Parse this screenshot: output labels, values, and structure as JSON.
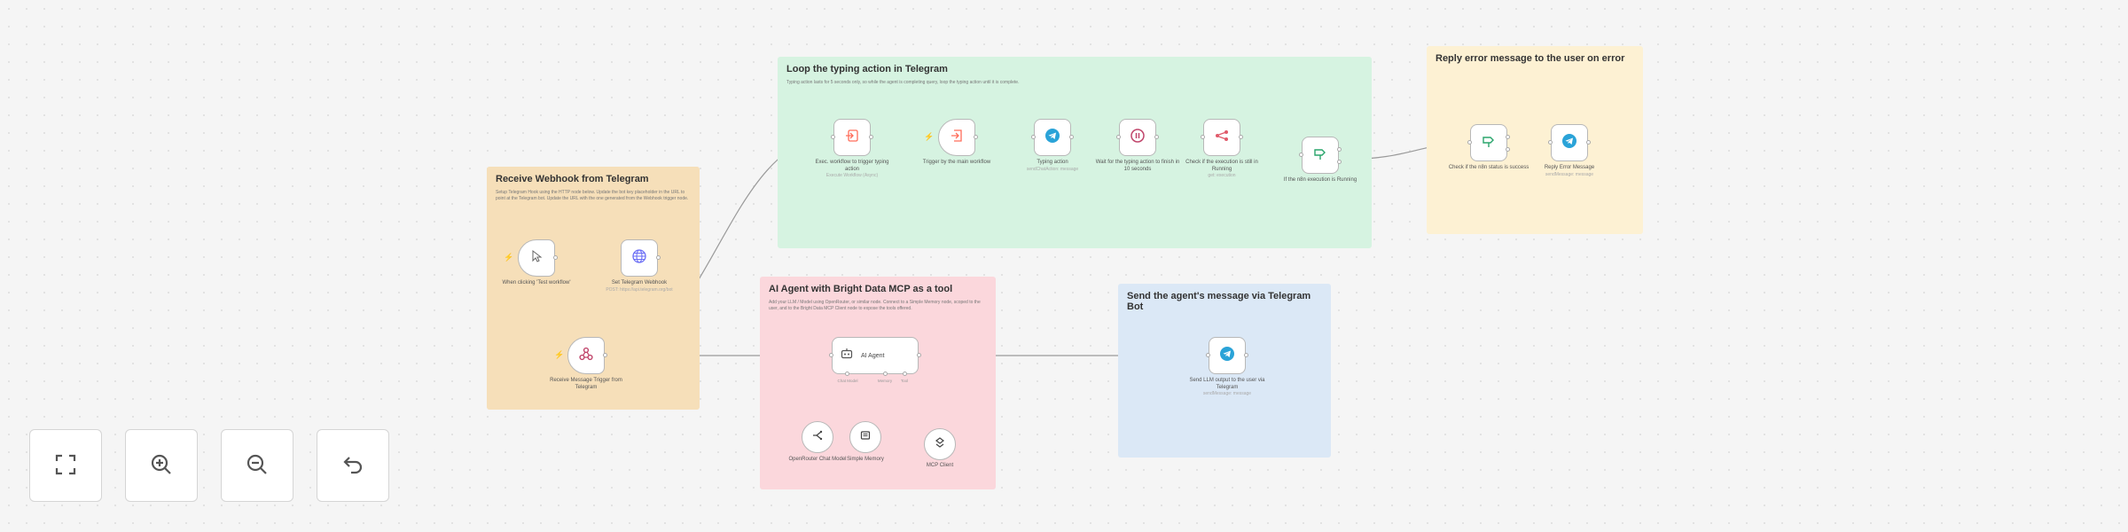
{
  "sticky_notes": {
    "webhook": {
      "title": "Receive Webhook from Telegram",
      "body": "Setup Telegram Hook using the HTTP node below. Update the bot key placeholder in the URL to point at the Telegram bot. Update the URL with the one generated from the Webhook trigger node.",
      "color": "#f6dfb9"
    },
    "ai_agent": {
      "title": "AI Agent with Bright Data MCP as a tool",
      "body": "Add your LLM / Model using OpenRouter, or similar node. Connect to a Simple Memory node, scoped to the user, and to the Bright Data MCP Client node to expose the tools offered.",
      "color": "#fbd7dc"
    },
    "typing": {
      "title": "Loop the typing action in Telegram",
      "body": "Typing action lasts for 5 seconds only, so while the agent is completing query, loop the typing action until it is complete.",
      "color": "#d6f3e1"
    },
    "send": {
      "title": "Send the agent's message via Telegram Bot",
      "color": "#dbe8f6"
    },
    "error": {
      "title": "Reply error message to the user on error",
      "color": "#fdf1d3"
    }
  },
  "nodes": {
    "manual_trigger": {
      "icon": "cursor-icon",
      "label": "When clicking 'Test workflow'"
    },
    "set_webhook": {
      "icon": "globe-icon",
      "label": "Set Telegram Webhook",
      "sub": "POST: https://api.telegram.org/bot"
    },
    "receive_message": {
      "icon": "webhook-icon",
      "label": "Receive Message Trigger from Telegram"
    },
    "exec_subworkflow": {
      "icon": "execute-workflow-icon",
      "label": "Exec. workflow to trigger typing action",
      "sub": "Execute Workflow (Async)"
    },
    "trigger_subworkflow": {
      "icon": "workflow-trigger-icon",
      "label": "Trigger by the main workflow"
    },
    "typing_action": {
      "icon": "telegram-icon",
      "label": "Typing action",
      "sub": "sendChatAction: message"
    },
    "wait_typing": {
      "icon": "wait-icon",
      "label": "Wait for the typing action to finish in 10 seconds"
    },
    "check_execution": {
      "icon": "http-request-icon",
      "label": "Check if the execution is still in Running",
      "sub": "get: execution"
    },
    "if_running": {
      "icon": "if-icon",
      "label": "If the n8n execution is Running"
    },
    "check_status": {
      "icon": "if-icon",
      "label": "Check if the n8n status is success"
    },
    "reply_error": {
      "icon": "telegram-icon",
      "label": "Reply Error Message",
      "sub": "sendMessage: message"
    },
    "ai_agent": {
      "icon": "robot-icon",
      "label": "AI Agent"
    },
    "openrouter_model": {
      "icon": "openrouter-icon",
      "label": "OpenRouter Chat Model"
    },
    "simple_memory": {
      "icon": "memory-icon",
      "label": "Simple Memory"
    },
    "mcp_client": {
      "icon": "mcp-icon",
      "label": "MCP Client"
    },
    "send_output": {
      "icon": "telegram-icon",
      "label": "Send LLM output to the user via Telegram",
      "sub": "sendMessage: message"
    }
  },
  "connector_labels": {
    "chat_model": "Chat Model",
    "memory": "Memory",
    "tool": "Tool"
  },
  "canvas_controls": [
    {
      "name": "zoom-to-fit-button",
      "icon": "fullscreen-icon"
    },
    {
      "name": "zoom-in-button",
      "icon": "zoom-in-icon"
    },
    {
      "name": "zoom-out-button",
      "icon": "zoom-out-icon"
    },
    {
      "name": "reset-zoom-button",
      "icon": "undo-icon"
    }
  ],
  "colors": {
    "trigger_bolt": "#ff6d5a",
    "node_border": "#b8b8b8",
    "edge": "#9a9a9a",
    "telegram": "#2aa3d8",
    "http_request": "#6b6ef5"
  }
}
